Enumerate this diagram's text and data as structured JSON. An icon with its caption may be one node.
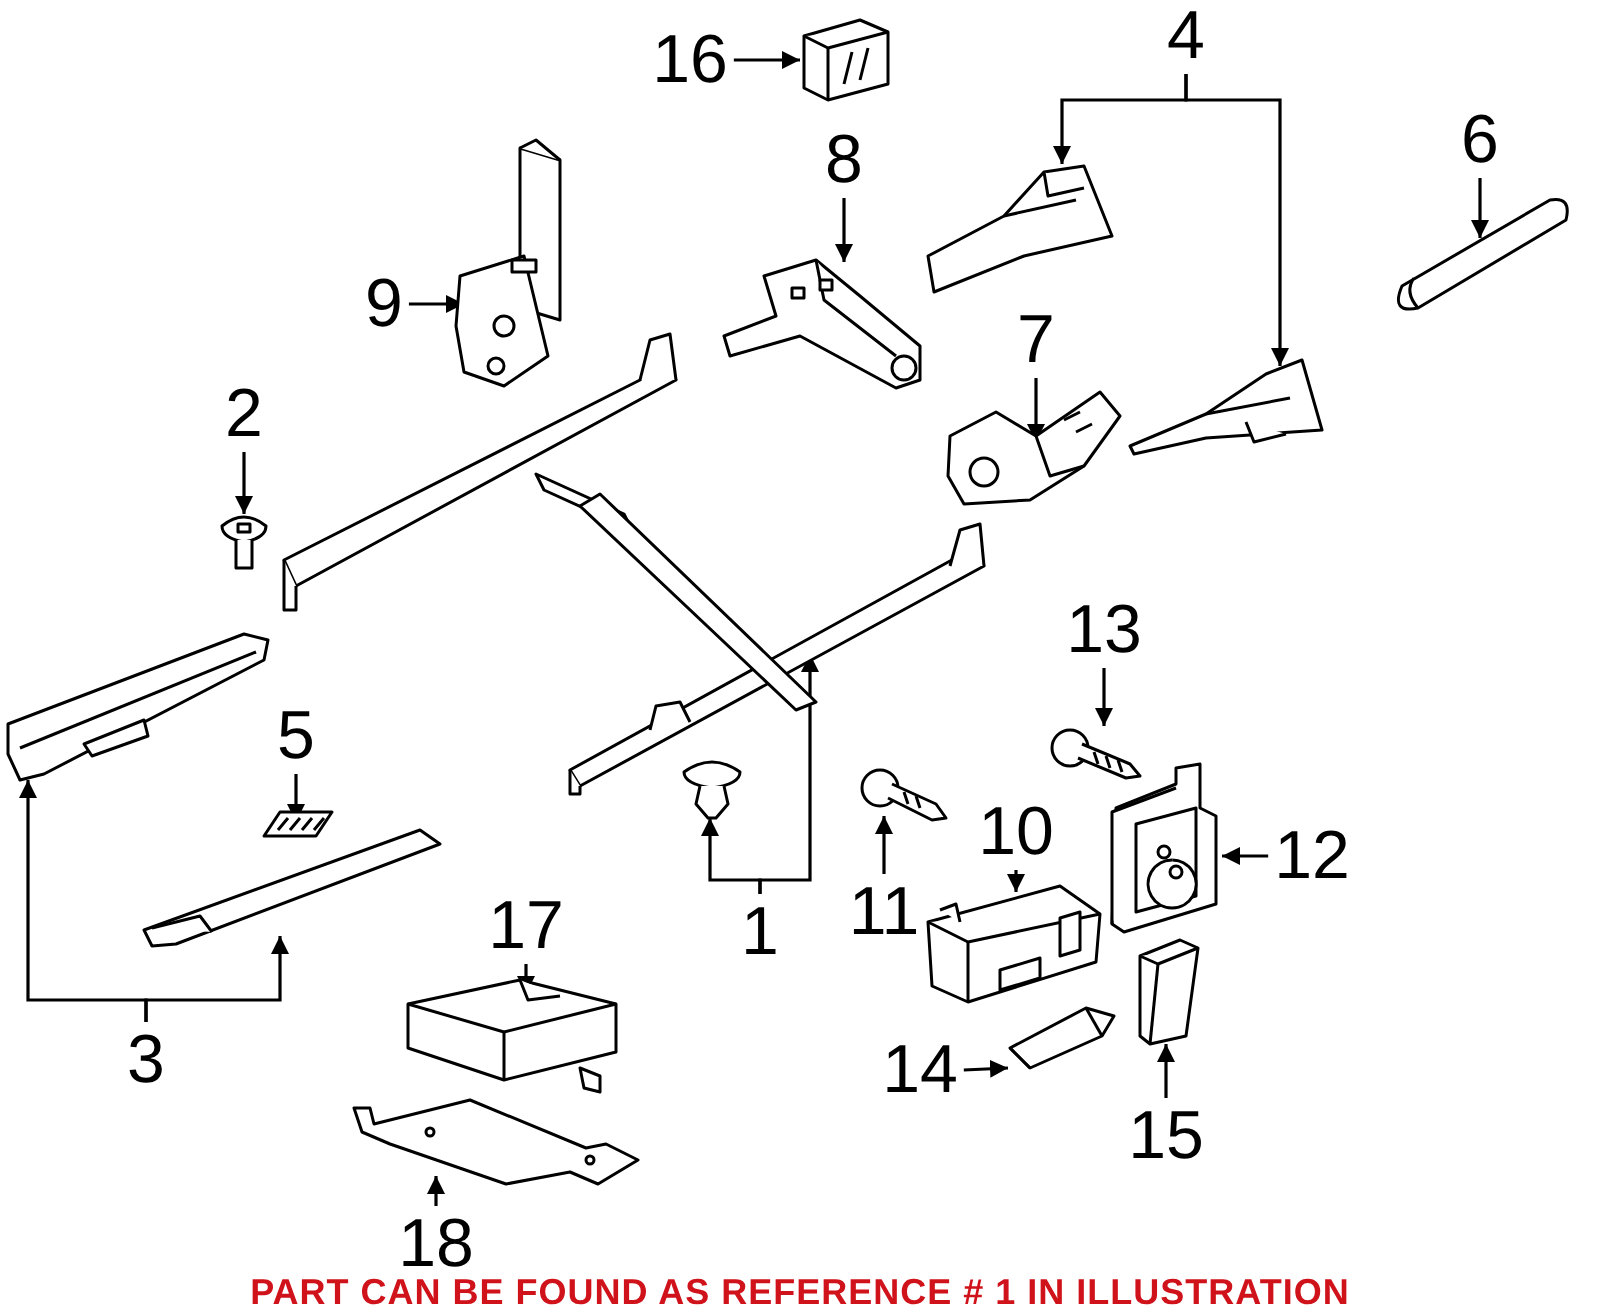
{
  "diagram": {
    "nodes": [
      {
        "text": [
          "16"
        ]
      },
      {
        "text": [],
        "shape": "picture"
      },
      {
        "text": [
          "4"
        ]
      },
      {
        "text": [],
        "shape": "picture"
      },
      {
        "text": [],
        "shape": "picture"
      },
      {
        "text": [
          "6"
        ]
      },
      {
        "text": [],
        "shape": "picture"
      },
      {
        "text": [
          "8"
        ]
      },
      {
        "text": [],
        "shape": "picture"
      },
      {
        "text": [
          "9"
        ]
      },
      {
        "text": [],
        "shape": "picture"
      },
      {
        "text": [
          "7"
        ]
      },
      {
        "text": [],
        "shape": "picture"
      },
      {
        "text": [
          "2"
        ]
      },
      {
        "text": [],
        "shape": "picture"
      },
      {
        "text": [
          "13"
        ]
      },
      {
        "text": [],
        "shape": "picture"
      },
      {
        "text": [
          "5"
        ]
      },
      {
        "text": [],
        "shape": "picture"
      },
      {
        "text": [
          "12"
        ]
      },
      {
        "text": [],
        "shape": "picture"
      },
      {
        "text": [
          "10"
        ]
      },
      {
        "text": [],
        "shape": "picture"
      },
      {
        "text": [
          "11"
        ]
      },
      {
        "text": [],
        "shape": "picture"
      },
      {
        "text": [
          "1"
        ]
      },
      {
        "text": [],
        "shape": "picture"
      },
      {
        "text": [],
        "shape": "picture"
      },
      {
        "text": [
          "17"
        ]
      },
      {
        "text": [],
        "shape": "picture"
      },
      {
        "text": [
          "3"
        ]
      },
      {
        "text": [],
        "shape": "picture"
      },
      {
        "text": [],
        "shape": "picture"
      },
      {
        "text": [
          "14"
        ]
      },
      {
        "text": [],
        "shape": "picture"
      },
      {
        "text": [
          "15"
        ]
      },
      {
        "text": [],
        "shape": "picture"
      },
      {
        "text": [
          "18"
        ]
      },
      {
        "text": [],
        "shape": "picture"
      }
    ],
    "edges": [
      {
        "from": 0,
        "to": 1,
        "arrow": "to"
      },
      {
        "from": 2,
        "to": 3,
        "arrow": "to"
      },
      {
        "from": 2,
        "to": 4,
        "arrow": "to"
      },
      {
        "from": 5,
        "to": 6,
        "arrow": "to"
      },
      {
        "from": 7,
        "to": 8,
        "arrow": "to"
      },
      {
        "from": 9,
        "to": 10,
        "arrow": "to"
      },
      {
        "from": 11,
        "to": 12,
        "arrow": "to"
      },
      {
        "from": 13,
        "to": 14,
        "arrow": "to"
      },
      {
        "from": 15,
        "to": 16,
        "arrow": "to"
      },
      {
        "from": 17,
        "to": 18,
        "arrow": "to"
      },
      {
        "from": 19,
        "to": 20,
        "arrow": "to"
      },
      {
        "from": 21,
        "to": 22,
        "arrow": "to"
      },
      {
        "from": 23,
        "to": 24,
        "arrow": "to"
      },
      {
        "from": 25,
        "to": 26,
        "arrow": "to"
      },
      {
        "from": 25,
        "to": 27,
        "arrow": "to"
      },
      {
        "from": 28,
        "to": 29,
        "arrow": "to"
      },
      {
        "from": 30,
        "to": 31,
        "arrow": "to"
      },
      {
        "from": 30,
        "to": 32,
        "arrow": "to"
      },
      {
        "from": 33,
        "to": 34,
        "arrow": "to"
      },
      {
        "from": 35,
        "to": 36,
        "arrow": "to"
      },
      {
        "from": 37,
        "to": 38,
        "arrow": "to"
      }
    ],
    "labels": [
      "PART CAN BE FOUND AS REFERENCE # 1 IN ILLUSTRATION"
    ]
  }
}
